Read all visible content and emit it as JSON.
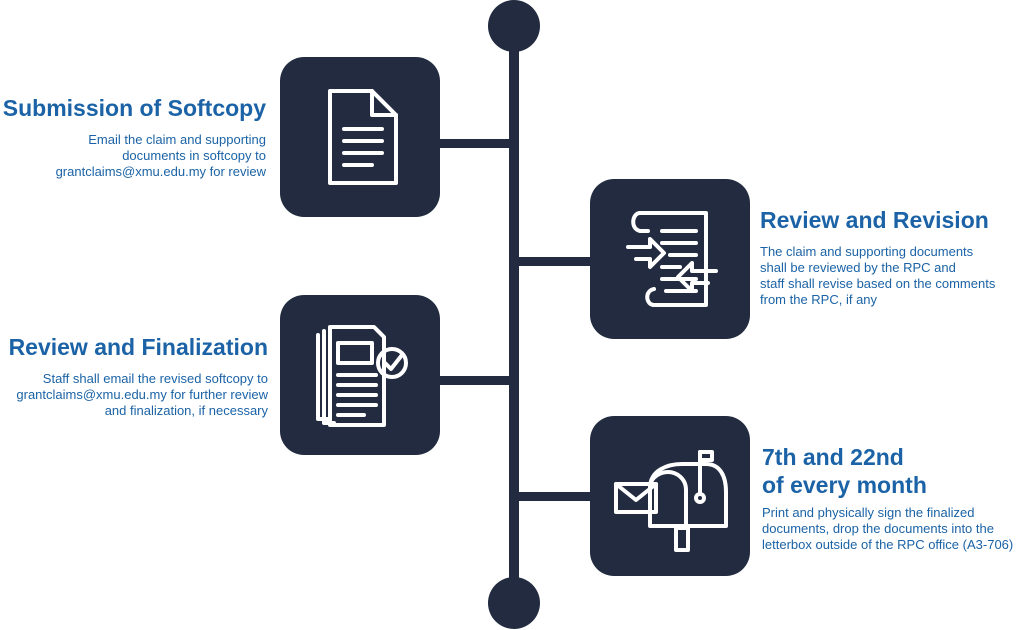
{
  "colors": {
    "navy": "#222b3f",
    "blue": "#1b63a6"
  },
  "steps": [
    {
      "title": "Submission of Softcopy",
      "description": "Email the claim and supporting\ndocuments in softcopy to\ngrantclaims@xmu.edu.my for review",
      "icon": "document-icon"
    },
    {
      "title": "Review and Revision",
      "description": "The claim and supporting documents\nshall be reviewed by the RPC and\nstaff shall revise based on the comments\nfrom the RPC, if any",
      "icon": "document-exchange-icon"
    },
    {
      "title": "Review and Finalization",
      "description": "Staff shall email the revised softcopy to\ngrantclaims@xmu.edu.my for further review\nand finalization, if necessary",
      "icon": "approved-documents-icon"
    },
    {
      "title": "7th and 22nd\nof every month",
      "description": "Print and physically sign the finalized\ndocuments, drop the documents into the\nletterbox outside of the RPC office (A3-706)",
      "icon": "mailbox-icon"
    }
  ]
}
